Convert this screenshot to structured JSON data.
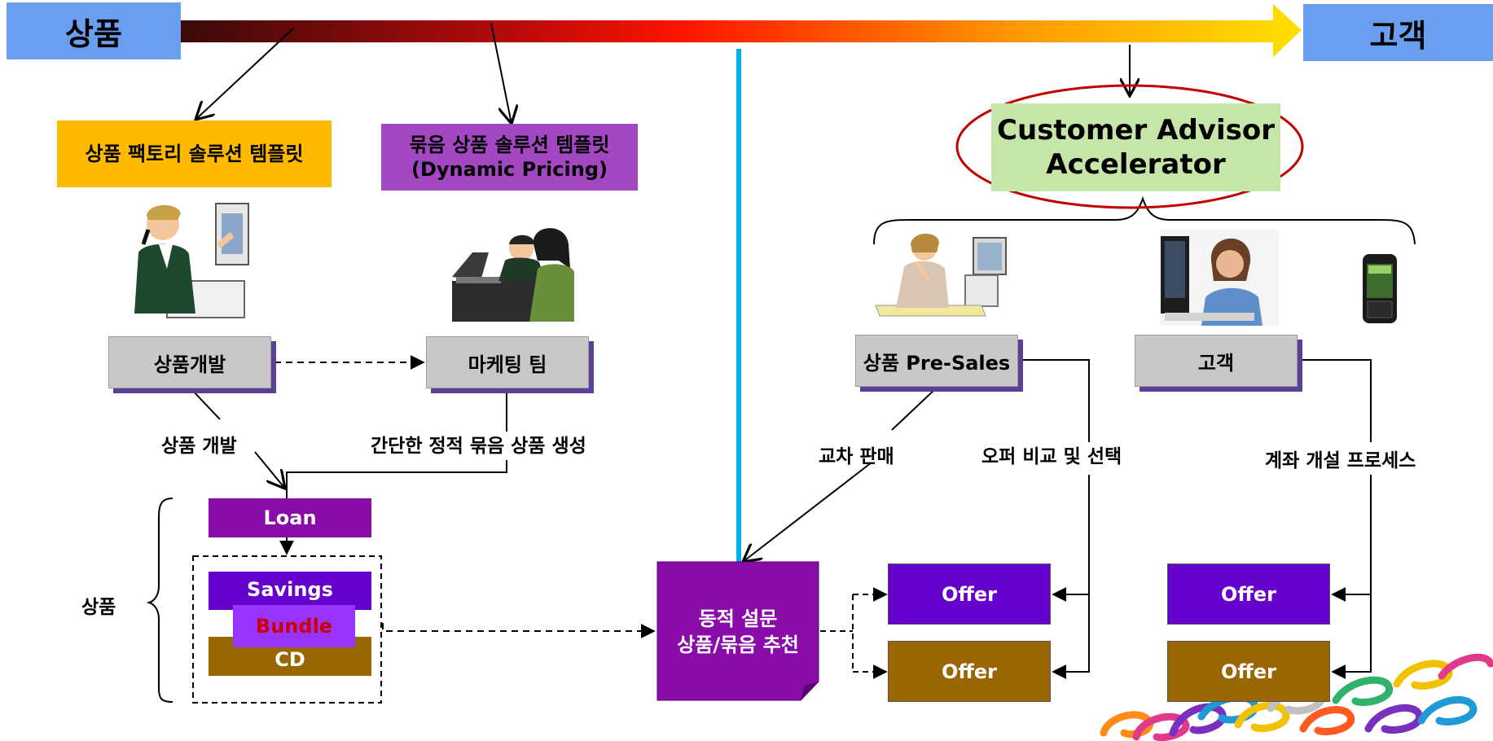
{
  "header": {
    "left_label": "상품",
    "right_label": "고객"
  },
  "templates": {
    "factory": "상품 팩토리 솔루션 템플릿",
    "bundle_line1": "묶음 상품 솔루션 템플릿",
    "bundle_line2": "(Dynamic Pricing)"
  },
  "caa": {
    "line1": "Customer Advisor",
    "line2": "Accelerator"
  },
  "roles": {
    "product_dev": "상품개발",
    "marketing": "마케팅 팀",
    "presales": "상품 Pre-Sales",
    "customer": "고객"
  },
  "labels": {
    "product_dev_action": "상품 개발",
    "bundle_creation": "간단한 정적 묶음 상품 생성",
    "cross_sell": "교차 판매",
    "offer_compare": "오퍼 비교 및 선택",
    "account_open": "계좌 개설 프로세스",
    "products_group": "상품"
  },
  "products": {
    "loan": "Loan",
    "savings": "Savings",
    "bundle": "Bundle",
    "cd": "CD"
  },
  "survey": {
    "line1": "동적 설문",
    "line2": "상품/묶음 추천"
  },
  "offers": {
    "o1": "Offer",
    "o2": "Offer",
    "o3": "Offer",
    "o4": "Offer"
  },
  "colors": {
    "header_blue": "#6a9ef0",
    "factory_orange": "#ffba00",
    "bundle_template_purple": "#a347c2",
    "caa_green": "#c6e5a8",
    "caa_oval_red": "#c00000",
    "divider_cyan": "#00b0e8",
    "loan_purple": "#8a0ca8",
    "savings_purple": "#6600cc",
    "bundle_violet": "#9933ff",
    "bundle_text_red": "#cc0000",
    "cd_brown": "#996600",
    "offer_purple": "#6600cc",
    "offer_brown": "#996600",
    "survey_purple": "#8a0ca8",
    "role_shadow": "#5b3f99"
  },
  "icons": [
    "businessman-phone-illustration",
    "team-laptop-illustration",
    "woman-computer-illustration",
    "smiling-woman-computer-photo",
    "smartphone-photo",
    "decorative-chain-links"
  ]
}
